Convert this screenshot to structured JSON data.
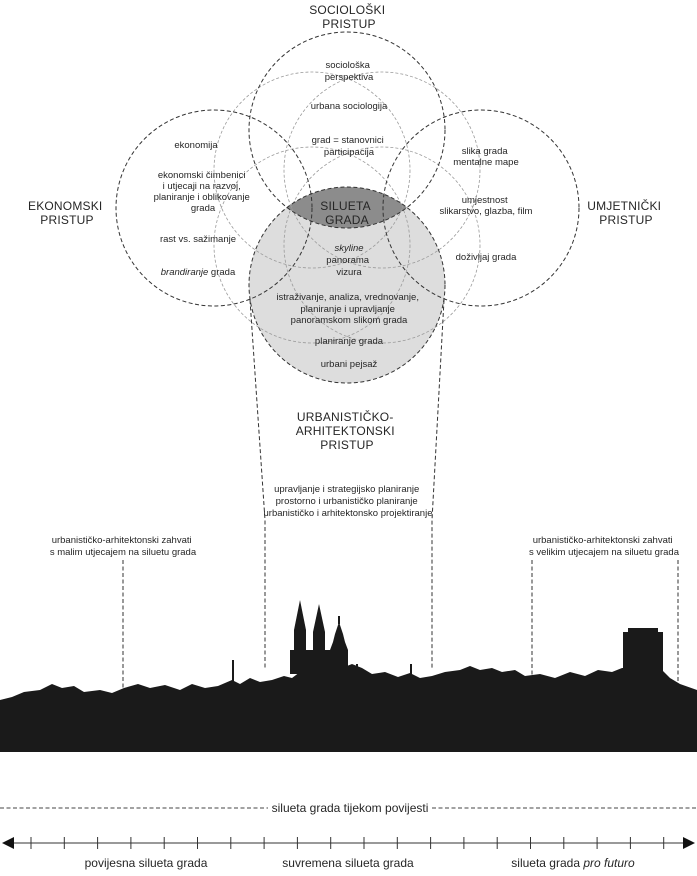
{
  "approaches": {
    "sociological": [
      "SOCIOLOŠKI",
      "PRISTUP"
    ],
    "economic": [
      "EKONOMSKI",
      "PRISTUP"
    ],
    "artistic": [
      "UMJETNIČKI",
      "PRISTUP"
    ],
    "urban": [
      "URBANISTIČKO-",
      "ARHITEKTONSKI",
      "PRISTUP"
    ]
  },
  "center": [
    "SILUETA",
    "GRADA"
  ],
  "sociological_items": {
    "perspective": [
      "sociološka",
      "perspektiva"
    ],
    "sociology": "urbana sociologija",
    "residents": [
      "grad = stanovnici",
      "participacija"
    ]
  },
  "economic_items": {
    "economy": "ekonomija",
    "factors": [
      "ekonomski čimbenici",
      "i utjecaji na razvoj,",
      "planiranje i oblikovanje",
      "grada"
    ],
    "growth": "rast vs. sažimanje",
    "branding_em": "brandiranje",
    "branding_rest": " grada"
  },
  "artistic_items": {
    "image": [
      "slika grada",
      "mentalne mape"
    ],
    "art": [
      "umjestnost",
      "slikarstvo, glazba, film"
    ],
    "experience": "doživljaj grada"
  },
  "urban_items": {
    "skyline_em": "skyline",
    "panorama": [
      "panorama",
      "vizura"
    ],
    "research": [
      "istraživanje, analiza, vrednovanje,",
      "planiranje i upravljanje",
      "panoramskom slikom grada"
    ],
    "planning": "planiranje grada",
    "landscape": "urbani pejsaž"
  },
  "management": [
    "upravljanje i strategijsko planiranje",
    "prostorno i urbanističko planiranje",
    "urbanističko i arhitektonsko projektiranje"
  ],
  "left_note": [
    "urbanističko-arhitektonski zahvati",
    "s malim utjecajem na siluetu grada"
  ],
  "right_note": [
    "urbanističko-arhitektonski zahvati",
    "s velikim utjecajem na siluetu grada"
  ],
  "timeline": {
    "title": "silueta grada tijekom povijesti",
    "historic": "povijesna silueta grada",
    "contemporary": "suvremena silueta grada",
    "future_prefix": "silueta grada ",
    "future_em": "pro futuro"
  },
  "colors": {
    "lens_fill": "#8c8c8c",
    "urban_fill": "#dddddd",
    "skyline": "#1a1a1a",
    "line": "#333333"
  }
}
